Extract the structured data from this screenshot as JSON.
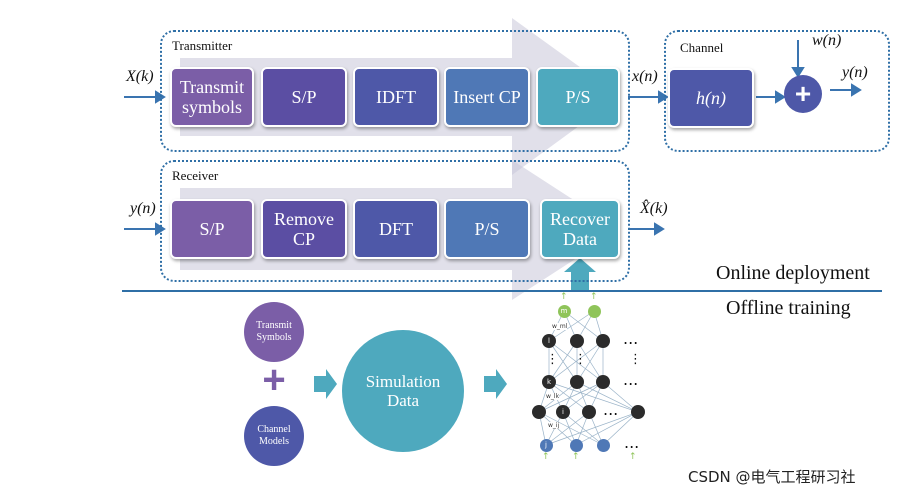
{
  "transmitter": {
    "label": "Transmitter",
    "input_signal": "X(k)",
    "output_signal": "x(n)",
    "blocks": [
      "Transmit symbols",
      "S/P",
      "IDFT",
      "Insert CP",
      "P/S"
    ]
  },
  "channel": {
    "label": "Channel",
    "response": "h(n)",
    "noise": "w(n)",
    "output": "y(n)",
    "adder_symbol": "+"
  },
  "receiver": {
    "label": "Receiver",
    "input_signal": "y(n)",
    "output_signal": "X̂(k)",
    "blocks": [
      "S/P",
      "Remove CP",
      "DFT",
      "P/S",
      "Recover Data"
    ]
  },
  "phases": {
    "online": "Online deployment",
    "offline": "Offline training"
  },
  "training": {
    "transmit_symbols": "Transmit Symbols",
    "channel_models": "Channel Models",
    "plus": "+",
    "simulation": "Simulation Data"
  },
  "network": {
    "output_nodes": [
      "m",
      ""
    ],
    "hidden_top": [
      "l",
      "",
      "",
      "..."
    ],
    "hidden_mid": [
      "k",
      "",
      "",
      "..."
    ],
    "hidden_low": [
      "",
      "i",
      "",
      "...",
      ""
    ],
    "input_nodes": [
      "j",
      "",
      "",
      "..."
    ],
    "weights": [
      "w_ml",
      "w_lk",
      "w_ij"
    ],
    "vertical_dots": "⋮"
  },
  "watermark": "CSDN @电气工程研习社",
  "colors": {
    "purple": "#7b5ea7",
    "violet": "#5b4ea3",
    "indigo": "#4e58a8",
    "blue": "#4f78b6",
    "teal": "#4ea9be",
    "line": "#2f6fa6",
    "green": "#8fc45a",
    "dark_node": "#2b2b2b"
  }
}
